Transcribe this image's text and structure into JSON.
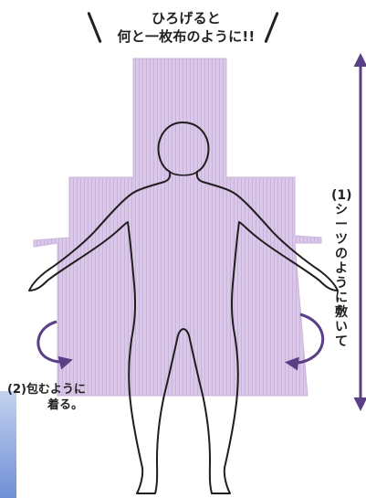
{
  "title": {
    "line1": "ひろげると",
    "line2": "何と一枚布のように!!"
  },
  "side_label": "(1)シーツのように敷いて",
  "bottom_label": {
    "line1": "(2)包むように",
    "line2": "着る。"
  },
  "colors": {
    "cloth": "#d9c7e6",
    "cloth_stripe": "#c6aed8",
    "outline": "#1f1f1f",
    "arrow": "#5a3f86"
  },
  "icons": [
    "wrap-left-arrow-icon",
    "wrap-right-arrow-icon",
    "length-double-arrow-icon"
  ]
}
